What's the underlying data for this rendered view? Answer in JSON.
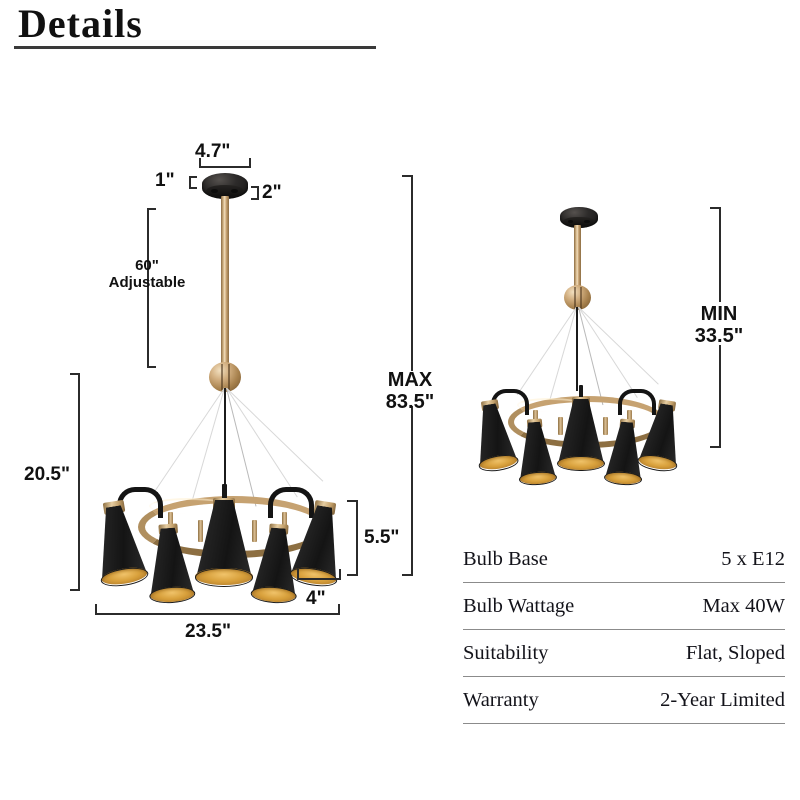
{
  "header": {
    "title": "Details"
  },
  "max_diagram": {
    "canopy_width_label": "4.7\"",
    "canopy_left_label": "1\"",
    "canopy_right_label": "2\"",
    "adjustable_label": "60\"\nAdjustable",
    "total_height_label": "MAX\n83.5\"",
    "shade_height_label": "5.5\"",
    "body_height_label": "20.5\"",
    "shade_width_label": "4\"",
    "overall_width_label": "23.5\""
  },
  "min_diagram": {
    "total_height_label": "MIN\n33.5\""
  },
  "spec_table": {
    "rows": [
      {
        "label": "Bulb Base",
        "value": "5 x E12"
      },
      {
        "label": "Bulb Wattage",
        "value": "Max 40W"
      },
      {
        "label": "Suitability",
        "value": "Flat, Sloped"
      },
      {
        "label": "Warranty",
        "value": "2-Year Limited"
      }
    ]
  },
  "colors": {
    "brass": "#b08f5f",
    "brass_light": "#e6cda1",
    "shade_black": "#1a1a1a",
    "shade_gold_interior": "#d8a03b",
    "canopy_dark": "#2d2b2a",
    "rule": "#3a3a3a",
    "dimension_line": "#2b2b2b",
    "table_divider": "#8b8b8b",
    "text": "#111111"
  }
}
